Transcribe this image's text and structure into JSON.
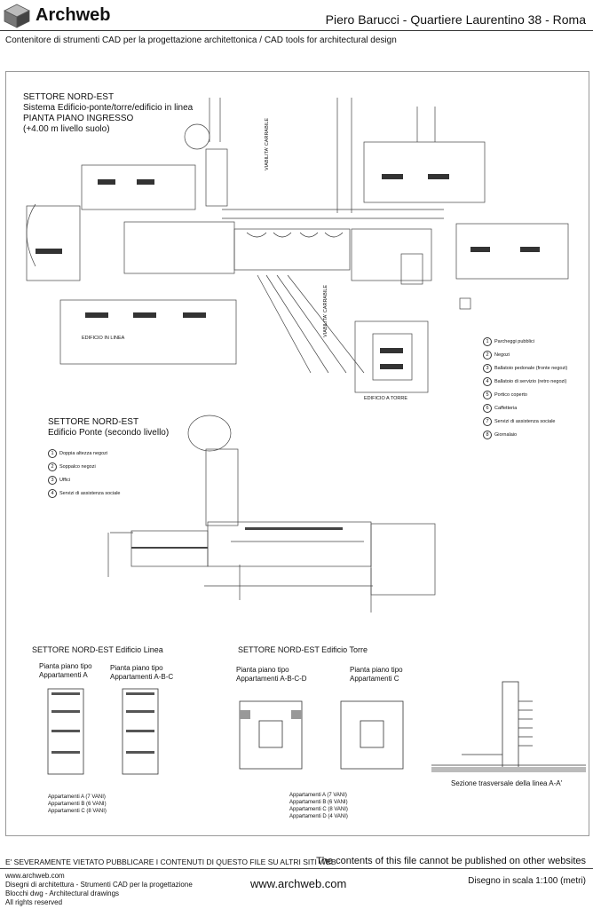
{
  "header": {
    "brand": "Archweb",
    "title": "Piero Barucci - Quartiere Laurentino 38 - Roma",
    "subtitle": "Contenitore di strumenti CAD per la progettazione architettonica  /  CAD tools for architectural design"
  },
  "plan1": {
    "title_lines": [
      "SETTORE NORD-EST",
      "Sistema Edificio-ponte/torre/edificio in linea",
      "PIANTA PIANO INGRESSO",
      "(+4.00 m livello suolo)"
    ],
    "label_linea": "EDIFICIO IN LINEA",
    "label_torre": "EDIFICIO A TORRE",
    "road_label": "VIABILITA' CARRABILE",
    "legend": [
      {
        "n": "1",
        "text": "Parcheggi pubblici"
      },
      {
        "n": "2",
        "text": "Negozi"
      },
      {
        "n": "3",
        "text": "Ballatoio pedonale (fronte negozi)"
      },
      {
        "n": "4",
        "text": "Ballatoio di servizio (retro negozi)"
      },
      {
        "n": "5",
        "text": "Portico coperto"
      },
      {
        "n": "6",
        "text": "Caffetteria"
      },
      {
        "n": "7",
        "text": "Servizi di assistenza sociale"
      },
      {
        "n": "8",
        "text": "Giornalaio"
      }
    ]
  },
  "plan2": {
    "title_lines": [
      "SETTORE NORD-EST",
      "Edificio Ponte (secondo livello)"
    ],
    "legend": [
      {
        "n": "1",
        "text": "Doppia altezza negozi"
      },
      {
        "n": "2",
        "text": "Soppalco negozi"
      },
      {
        "n": "3",
        "text": "Uffici"
      },
      {
        "n": "4",
        "text": "Servizi di assistenza sociale"
      }
    ]
  },
  "linea": {
    "title": "SETTORE NORD-EST   Edificio Linea",
    "plan_a": [
      "Pianta piano tipo",
      "Appartamenti A"
    ],
    "plan_abc": [
      "Pianta piano tipo",
      "Appartamenti A-B-C"
    ],
    "notes": [
      "Appartamenti A (7 VANI)",
      "Appartamenti B (6 VANI)",
      "Appartamenti C (8 VANI)"
    ]
  },
  "torre": {
    "title": "SETTORE NORD-EST   Edificio Torre",
    "plan_abcd": [
      "Pianta piano tipo",
      "Appartamenti A-B-C-D"
    ],
    "plan_c": [
      "Pianta piano tipo",
      "Appartamenti C"
    ],
    "notes": [
      "Appartamenti A (7 VANI)",
      "Appartamenti B (6 VANI)",
      "Appartamenti C (8 VANI)",
      "Appartamenti D (4 VANI)"
    ]
  },
  "section": {
    "caption": "Sezione trasversale della linea  A-A'"
  },
  "footer": {
    "warning_it": "E' SEVERAMENTE VIETATO PUBBLICARE I CONTENUTI DI QUESTO FILE SU ALTRI SITI WEB",
    "warning_en": "The contents of this file cannot be published on other websites",
    "left_lines": [
      "www.archweb.com",
      "Disegni di architettura - Strumenti CAD  per la progettazione",
      "Blocchi dwg - Architectural drawings",
      "All rights reserved"
    ],
    "center": "www.archweb.com",
    "scale": "Disegno in scala 1:100 (metri)"
  }
}
